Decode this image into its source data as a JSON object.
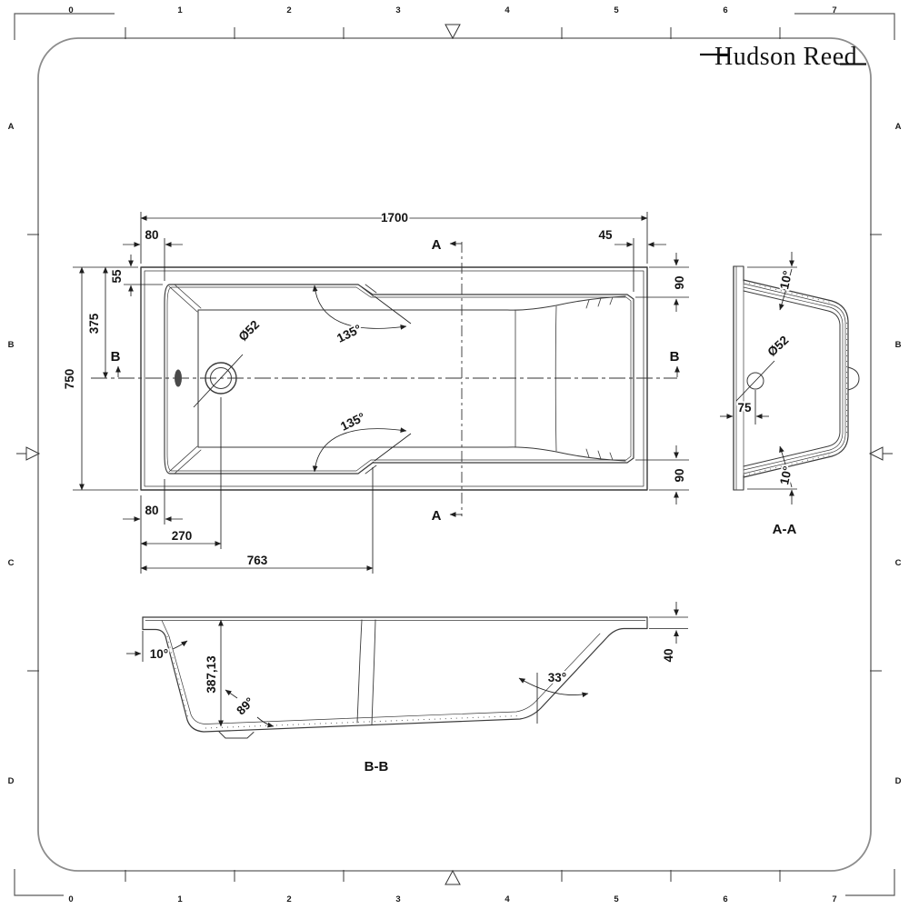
{
  "logo": {
    "brand": "Hudson Reed"
  },
  "ruler": {
    "columns": [
      "0",
      "1",
      "2",
      "3",
      "4",
      "5",
      "6",
      "7"
    ],
    "rows": [
      "A",
      "B",
      "C",
      "D"
    ]
  },
  "plan": {
    "length": "1700",
    "rim_left_top": "80",
    "rim_right_top": "45",
    "rim_top": "55",
    "to_centerline": "375",
    "width": "750",
    "rim_end_top": "90",
    "rim_end_bottom": "90",
    "rim_left_bottom": "80",
    "drain_offset": "270",
    "seat_length": "763",
    "drain_diameter": "Ø52",
    "seat_angle_top": "135°",
    "seat_angle_bottom": "135°",
    "section_a_top": "A",
    "section_a_bottom": "A",
    "section_b_left": "B",
    "section_b_right": "B"
  },
  "section_aa": {
    "label": "A-A",
    "drain_diameter": "Ø52",
    "drain_offset": "75",
    "rim_angle_top": "10°",
    "rim_angle_bottom": "10°"
  },
  "section_bb": {
    "label": "B-B",
    "depth": "387,13",
    "wall_angle": "10°",
    "floor_angle": "89°",
    "backrest_angle": "33°",
    "rim_height": "40"
  }
}
